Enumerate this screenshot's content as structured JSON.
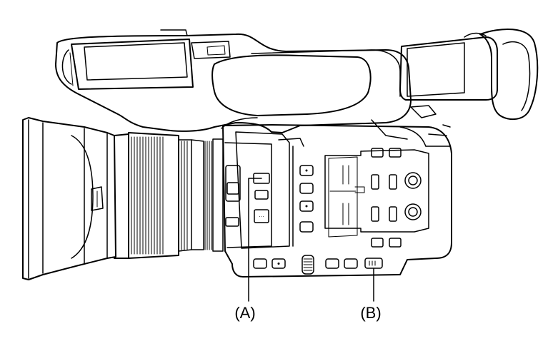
{
  "figure": {
    "subject": "camcorder-side-view",
    "line_color": "#000000",
    "background": "#ffffff",
    "callouts": [
      {
        "id": "A",
        "label": "(A)"
      },
      {
        "id": "B",
        "label": "(B)"
      }
    ]
  }
}
